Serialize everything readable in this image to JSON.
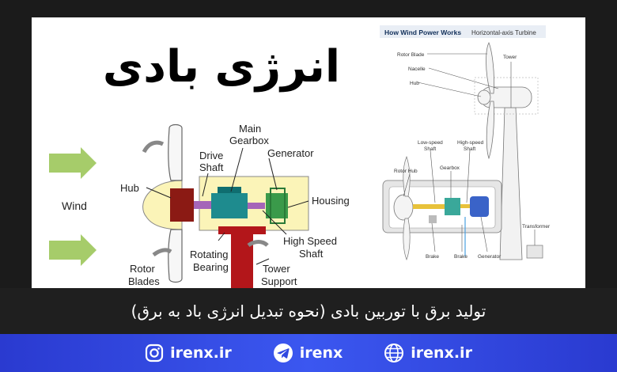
{
  "title": "انرژی بادی",
  "caption": "تولید برق با توربین بادی (نحوه تبدیل انرژی باد به برق)",
  "left_diagram": {
    "wind": "Wind",
    "hub": "Hub",
    "rotor_blades": [
      "Rotor",
      "Blades"
    ],
    "drive_shaft": [
      "Drive",
      "Shaft"
    ],
    "main_gearbox": [
      "Main",
      "Gearbox"
    ],
    "generator": "Generator",
    "housing": "Housing",
    "high_speed_shaft": [
      "High Speed",
      "Shaft"
    ],
    "rotating_bearing": [
      "Rotating",
      "Bearing"
    ],
    "tower_support": [
      "Tower",
      "Support"
    ]
  },
  "right_diagram": {
    "heading": "How Wind Power Works",
    "subheading": "Horizontal-axis Turbine",
    "rotor_blade": "Rotor Blade",
    "nacelle": "Nacelle",
    "hub": "Hub",
    "tower": "Tower",
    "low_speed_shaft": [
      "Low-speed",
      "Shaft"
    ],
    "high_speed_shaft": [
      "High-speed",
      "Shaft"
    ],
    "gearbox": "Gearbox",
    "rotor_hub": "Rotor Hub",
    "brake": "Brake",
    "generator": "Generator",
    "transformer": "Transformer"
  },
  "social": {
    "website": "irenx.ir",
    "telegram": "irenx",
    "instagram": "irenx.ir"
  },
  "colors": {
    "arrow_green": "#a6cc6a",
    "housing_yellow": "#fbf4b8",
    "hub_red": "#8b1a14",
    "tower_red": "#b3161a",
    "gearbox_teal": "#1e8b8e",
    "generator_green": "#3a9a4a",
    "social_blue": "#3048e0"
  }
}
